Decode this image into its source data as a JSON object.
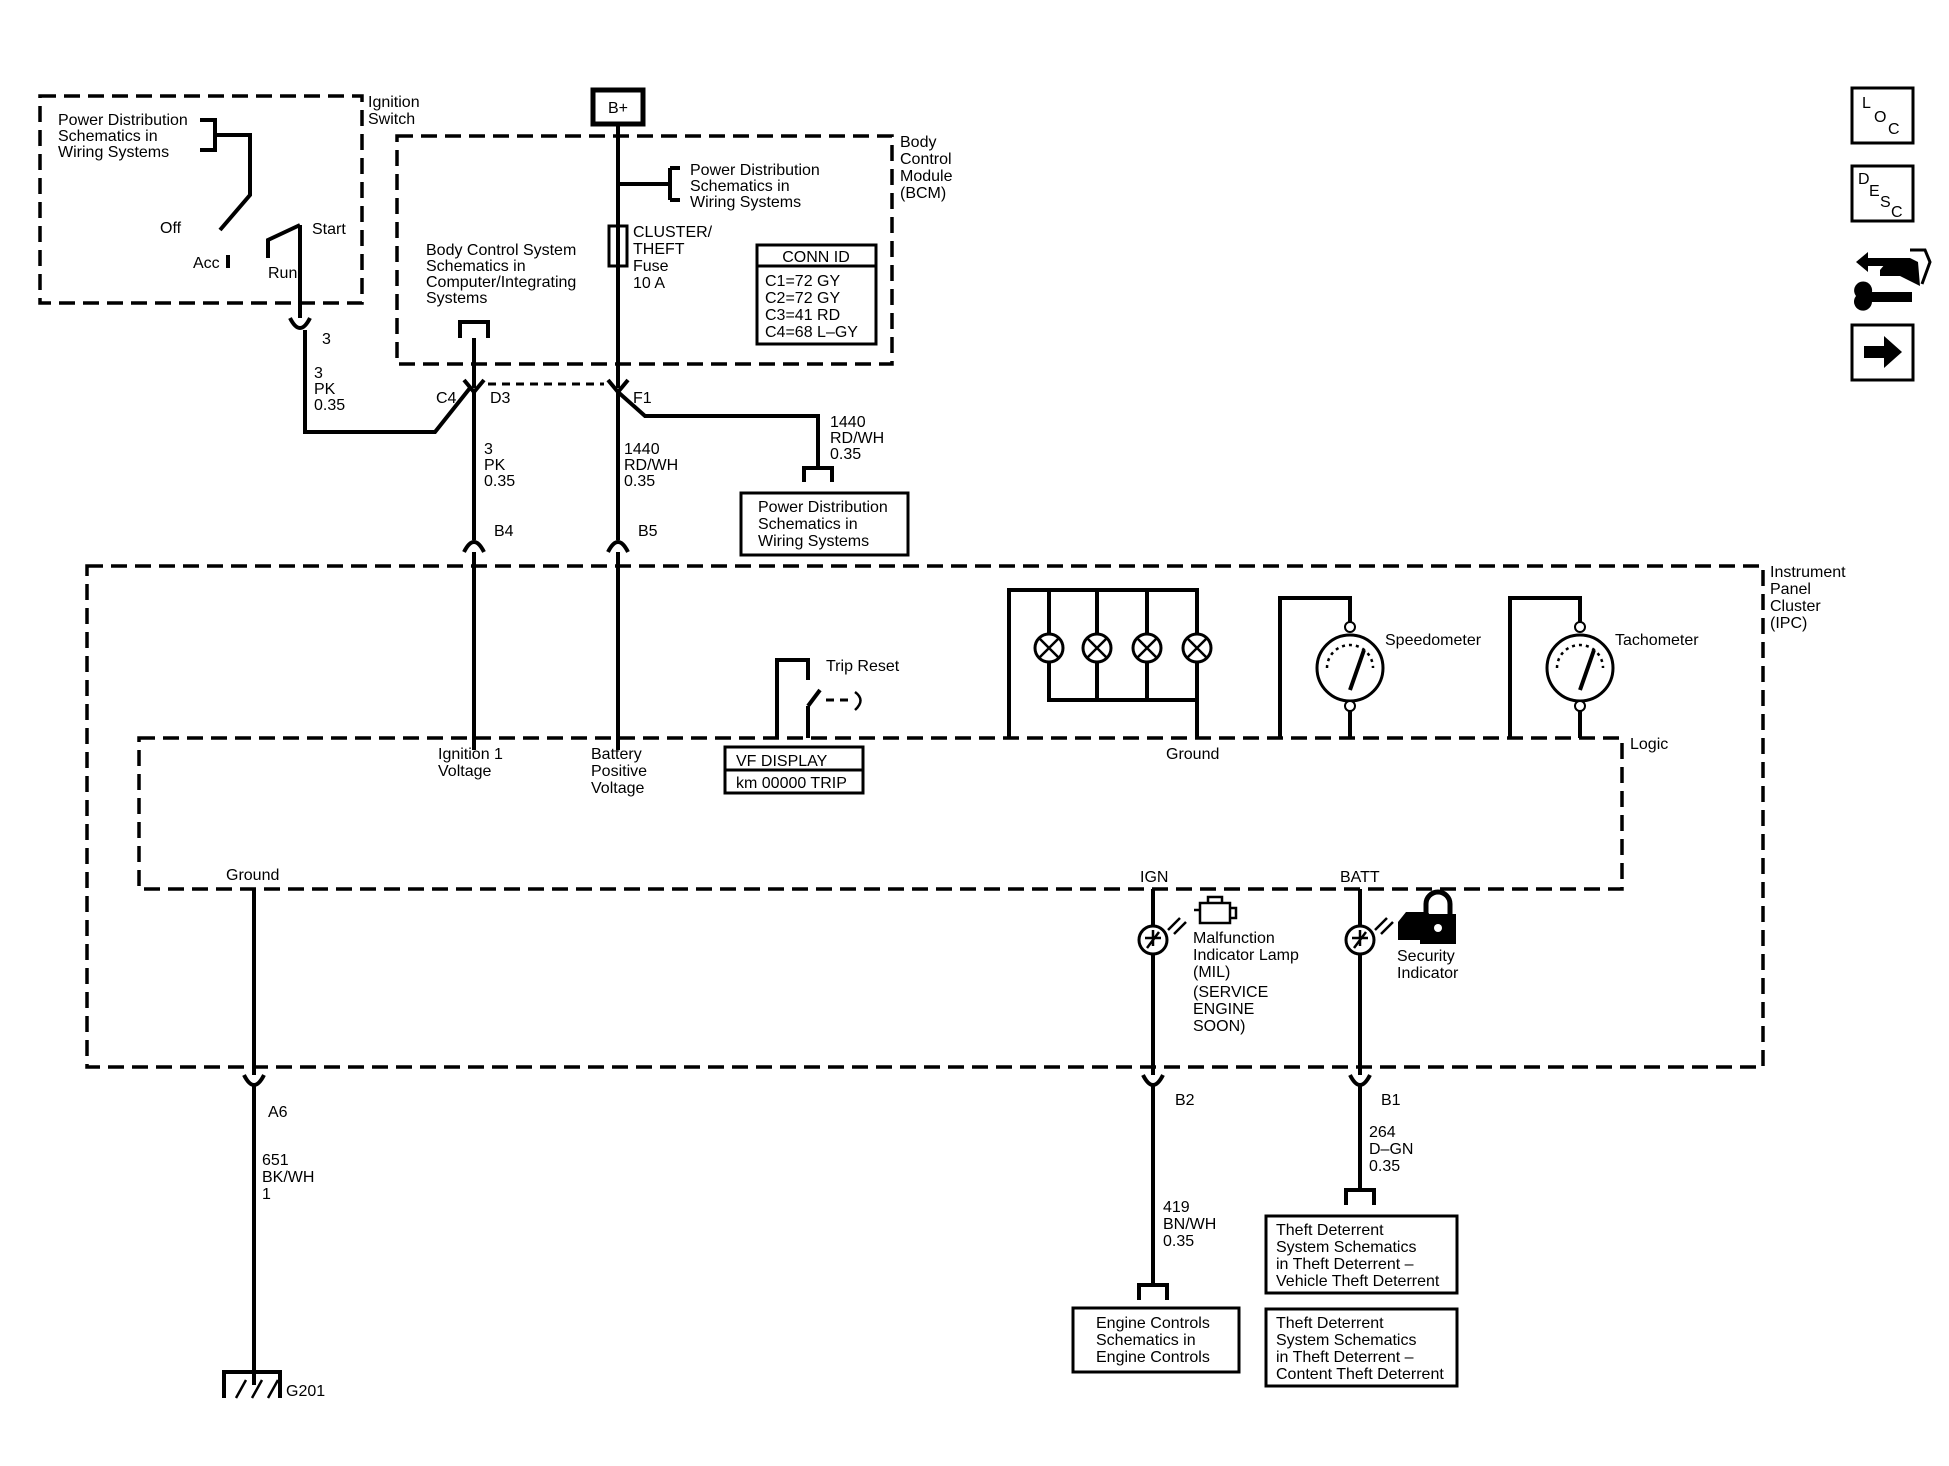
{
  "ignition_switch": {
    "label": [
      "Ignition",
      "Switch"
    ],
    "ref_text": [
      "Power Distribution",
      "Schematics in",
      "Wiring Systems"
    ],
    "positions": {
      "off": "Off",
      "acc": "Acc",
      "run": "Run",
      "start": "Start"
    },
    "pin": "3"
  },
  "bplus": "B+",
  "bcm": {
    "label": [
      "Body",
      "Control",
      "Module",
      "(BCM)"
    ],
    "power_ref": [
      "Power Distribution",
      "Schematics in",
      "Wiring Systems"
    ],
    "bcs_ref": [
      "Body Control System",
      "Schematics in",
      "Computer/Integrating",
      "Systems"
    ],
    "fuse": [
      "CLUSTER/",
      "THEFT",
      "Fuse",
      "10 A"
    ],
    "conn_id": {
      "title": "CONN ID",
      "lines": [
        "C1=72 GY",
        "C2=72 GY",
        "C3=41 RD",
        "C4=68 L–GY"
      ]
    },
    "pins": {
      "c4": "C4",
      "d3": "D3",
      "f1": "F1"
    }
  },
  "wires": {
    "ign_switch_out": [
      "3",
      "PK",
      "0.35"
    ],
    "ign_to_ipc": [
      "3",
      "PK",
      "0.35"
    ],
    "batt_to_ipc": [
      "1440",
      "RD/WH",
      "0.35"
    ],
    "batt_branch": [
      "1440",
      "RD/WH",
      "0.35"
    ],
    "ground": [
      "651",
      "BK/WH",
      "1"
    ],
    "mil": [
      "419",
      "BN/WH",
      "0.35"
    ],
    "security": [
      "264",
      "D–GN",
      "0.35"
    ]
  },
  "power_dist_ref": [
    "Power Distribution",
    "Schematics in",
    "Wiring Systems"
  ],
  "ipc": {
    "label": [
      "Instrument",
      "Panel",
      "Cluster",
      "(IPC)"
    ],
    "pins": {
      "b4": "B4",
      "b5": "B5",
      "a6": "A6",
      "b2": "B2",
      "b1": "B1"
    },
    "trip_reset": "Trip Reset",
    "speedometer": "Speedometer",
    "tachometer": "Tachometer",
    "logic": "Logic",
    "ignition_voltage": [
      "Ignition 1",
      "Voltage"
    ],
    "battery_voltage": [
      "Battery",
      "Positive",
      "Voltage"
    ],
    "vf_display": {
      "title": "VF DISPLAY",
      "value": "km 00000 TRIP"
    },
    "ground_top": "Ground",
    "ground_left": "Ground",
    "ign": "IGN",
    "batt": "BATT",
    "mil_label": [
      "Malfunction",
      "Indicator Lamp",
      "(MIL)",
      "(SERVICE",
      "ENGINE",
      "SOON)"
    ],
    "security_label": [
      "Security",
      "Indicator"
    ]
  },
  "ground_id": "G201",
  "engine_controls_ref": [
    "Engine Controls",
    "Schematics in",
    "Engine Controls"
  ],
  "theft_vehicle_ref": [
    "Theft Deterrent",
    "System Schematics",
    "in Theft Deterrent –",
    "Vehicle Theft Deterrent"
  ],
  "theft_content_ref": [
    "Theft Deterrent",
    "System Schematics",
    "in Theft Deterrent –",
    "Content Theft Deterrent"
  ],
  "nav": {
    "loc": [
      "L",
      "O",
      "C"
    ],
    "desc": [
      "D",
      "E",
      "S",
      "C"
    ],
    "connector_icon": "connector-wrench-icon",
    "next_icon": "right-arrow-icon"
  }
}
